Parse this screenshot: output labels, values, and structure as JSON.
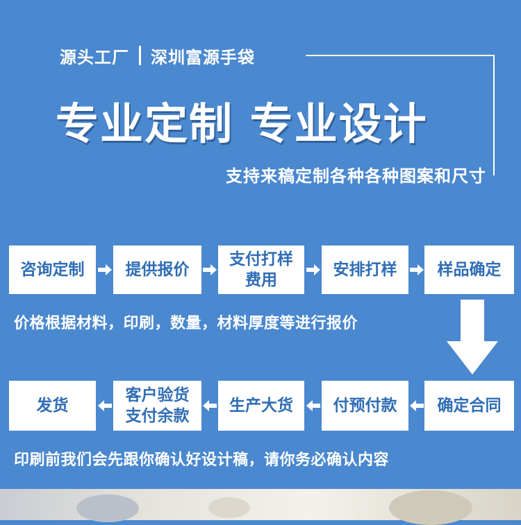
{
  "header": {
    "brand_left": "源头工厂",
    "brand_right": "深圳富源手袋",
    "headline": "专业定制 专业设计",
    "subline": "支持来稿定制各种各种图案和尺寸"
  },
  "flow": {
    "row1": [
      "咨询定制",
      "提供报价",
      [
        "支付打样",
        "费用"
      ],
      "安排打样",
      "样品确定"
    ],
    "note1": "价格根据材料，印刷，数量，材料厚度等进行报价",
    "row2": [
      "发货",
      [
        "客户验货",
        "支付余款"
      ],
      "生产大货",
      "付预付款",
      "确定合同"
    ],
    "note2": "印刷前我们会先跟你确认好设计稿，请你务必确认内容"
  },
  "colors": {
    "background": "#4a88cf",
    "box_text": "#2f6db5",
    "box_bg": "#ffffff"
  }
}
